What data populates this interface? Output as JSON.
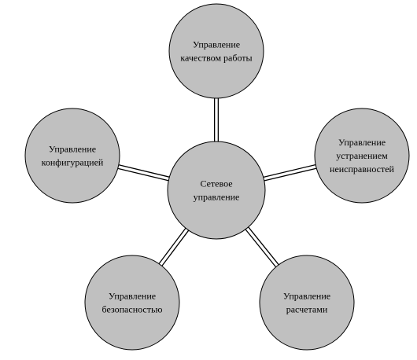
{
  "diagram": {
    "center": {
      "lines": [
        "Сетевое",
        "управление"
      ]
    },
    "nodes": [
      {
        "id": "quality",
        "lines": [
          "Управление",
          "качеством работы"
        ]
      },
      {
        "id": "faults",
        "lines": [
          "Управление",
          "устранением",
          "неисправностей"
        ]
      },
      {
        "id": "accounting",
        "lines": [
          "Управление",
          "расчетами"
        ]
      },
      {
        "id": "security",
        "lines": [
          "Управление",
          "безопасностью"
        ]
      },
      {
        "id": "configuration",
        "lines": [
          "Управление",
          "конфигурацией"
        ]
      }
    ]
  }
}
